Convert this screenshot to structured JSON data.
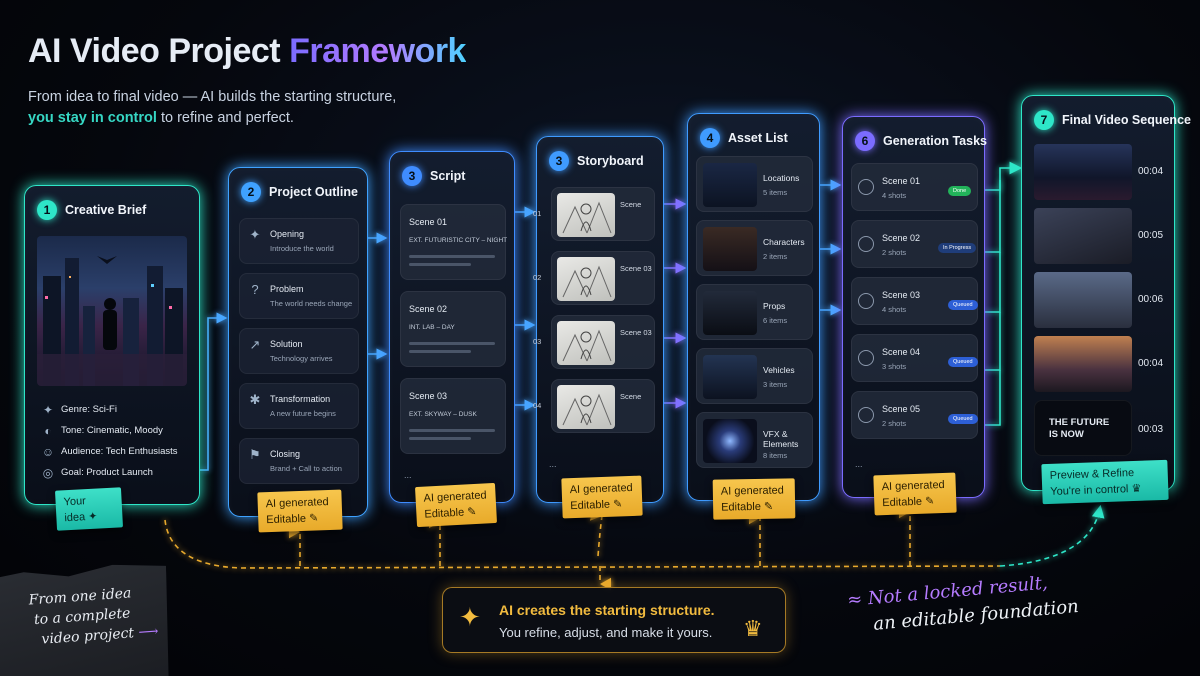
{
  "header": {
    "title_plain": "AI Video Project ",
    "title_highlight": "Framework",
    "subtitle_line1": "From idea to final video — AI builds the starting structure,",
    "subtitle_highlight": "you stay in control",
    "subtitle_rest": " to refine and perfect."
  },
  "colors": {
    "brief": "#2ee6c8",
    "outline": "#3fa2ff",
    "script": "#3f8cff",
    "storyboard": "#3f9bff",
    "assets": "#3f9bff",
    "tasks": "#7b6cff",
    "final": "#2ee6c8",
    "sticky": "#f2bb3f",
    "wire": "#e8a92d",
    "wire_teal": "#2ee6c8"
  },
  "brief": {
    "num": "1",
    "title": "Creative Brief",
    "fields": [
      {
        "icon": "lightbulb-icon",
        "glyph": "✦",
        "text": "Genre: Sci-Fi"
      },
      {
        "icon": "palette-icon",
        "glyph": "◐",
        "text": "Tone: Cinematic, Moody"
      },
      {
        "icon": "audience-icon",
        "glyph": "☺",
        "text": "Audience: Tech Enthusiasts"
      },
      {
        "icon": "target-icon",
        "glyph": "◎",
        "text": "Goal: Product Launch"
      }
    ],
    "note_l1": "Your",
    "note_l2": "idea"
  },
  "outline": {
    "num": "2",
    "title": "Project Outline",
    "items": [
      {
        "icon": "lightbulb-icon",
        "glyph": "✦",
        "title": "Opening",
        "desc": "Introduce the world"
      },
      {
        "icon": "question-icon",
        "glyph": "?",
        "title": "Problem",
        "desc": "The world needs change"
      },
      {
        "icon": "rocket-icon",
        "glyph": "↗",
        "title": "Solution",
        "desc": "Technology arrives"
      },
      {
        "icon": "transform-icon",
        "glyph": "✱",
        "title": "Transformation",
        "desc": "A new future begins"
      },
      {
        "icon": "flag-icon",
        "glyph": "⚑",
        "title": "Closing",
        "desc": "Brand + Call to action"
      }
    ],
    "note_l1": "AI generated",
    "note_l2": "Editable"
  },
  "script": {
    "num": "3",
    "title": "Script",
    "scenes": [
      {
        "title": "Scene 01",
        "desc": "EXT. FUTURISTIC CITY – NIGHT"
      },
      {
        "title": "Scene 02",
        "desc": "INT. LAB – DAY"
      },
      {
        "title": "Scene 03",
        "desc": "EXT. SKYWAY – DUSK"
      }
    ],
    "more": "...",
    "note_l1": "AI generated",
    "note_l2": "Editable"
  },
  "storyboard": {
    "num": "3",
    "title": "Storyboard",
    "frames": [
      {
        "num": "01",
        "label": "Scene"
      },
      {
        "num": "02",
        "label": "Scene 03"
      },
      {
        "num": "03",
        "label": "Scene 03"
      },
      {
        "num": "04",
        "label": "Scene"
      }
    ],
    "more": "...",
    "note_l1": "AI generated",
    "note_l2": "Editable"
  },
  "assets": {
    "num": "4",
    "title": "Asset List",
    "items": [
      {
        "title": "Locations",
        "count": "5 items"
      },
      {
        "title": "Characters",
        "count": "2 items"
      },
      {
        "title": "Props",
        "count": "6 items"
      },
      {
        "title": "Vehicles",
        "count": "3 items"
      },
      {
        "title": "VFX & Elements",
        "count": "8 items"
      }
    ],
    "note_l1": "AI generated",
    "note_l2": "Editable"
  },
  "tasks": {
    "num": "6",
    "title": "Generation Tasks",
    "items": [
      {
        "title": "Scene 01",
        "shots": "4 shots",
        "status": "Done",
        "color": "#22b35a"
      },
      {
        "title": "Scene 02",
        "shots": "2 shots",
        "status": "In Progress",
        "color": "#1f3d7a"
      },
      {
        "title": "Scene 03",
        "shots": "4 shots",
        "status": "Queued",
        "color": "#2d5fd6"
      },
      {
        "title": "Scene 04",
        "shots": "3 shots",
        "status": "Queued",
        "color": "#2d5fd6"
      },
      {
        "title": "Scene 05",
        "shots": "2 shots",
        "status": "Queued",
        "color": "#2d5fd6"
      }
    ],
    "more": "...",
    "note_l1": "AI generated",
    "note_l2": "Editable"
  },
  "final": {
    "num": "7",
    "title": "Final Video Sequence",
    "clips": [
      {
        "time": "00:04"
      },
      {
        "time": "00:05"
      },
      {
        "time": "00:06"
      },
      {
        "time": "00:04"
      }
    ],
    "end_title_l1": "THE FUTURE",
    "end_title_l2": "IS NOW",
    "end_time": "00:03",
    "note_l1": "Preview & Refine",
    "note_l2": "You're in control"
  },
  "footer": {
    "left_l1": "From one idea",
    "left_l2": "to a complete",
    "left_l3": "video project",
    "center_title": "AI creates the starting structure.",
    "center_sub": "You refine, adjust, and make it yours.",
    "right_l1": "Not a locked result,",
    "right_l2": "an editable foundation"
  }
}
